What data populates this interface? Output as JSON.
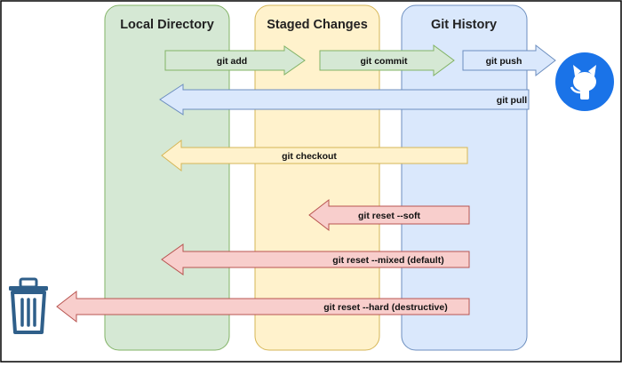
{
  "columns": [
    {
      "title": "Local Directory",
      "fill": "#d5e8d4",
      "stroke": "#82b366"
    },
    {
      "title": "Staged Changes",
      "fill": "#fff2cc",
      "stroke": "#d6b656"
    },
    {
      "title": "Git History",
      "fill": "#dae8fc",
      "stroke": "#6c8ebf"
    }
  ],
  "arrows": [
    {
      "label": "git add",
      "color": "green"
    },
    {
      "label": "git commit",
      "color": "green"
    },
    {
      "label": "git push",
      "color": "blue"
    },
    {
      "label": "git pull",
      "color": "blue"
    },
    {
      "label": "git checkout",
      "color": "yellow"
    },
    {
      "label": "git reset --soft",
      "color": "red"
    },
    {
      "label": "git reset --mixed (default)",
      "color": "red"
    },
    {
      "label": "git reset --hard (destructive)",
      "color": "red"
    }
  ],
  "icons": {
    "github": "github-icon",
    "trash": "trash-icon"
  },
  "colors": {
    "green_fill": "#d5e8d4",
    "green_stroke": "#82b366",
    "blue_fill": "#dae8fc",
    "blue_stroke": "#6c8ebf",
    "yellow_fill": "#fff2cc",
    "yellow_stroke": "#d6b656",
    "red_fill": "#f8cecc",
    "red_stroke": "#b85450",
    "github_blue": "#1a73e8",
    "trash_blue": "#2f5f8a"
  }
}
